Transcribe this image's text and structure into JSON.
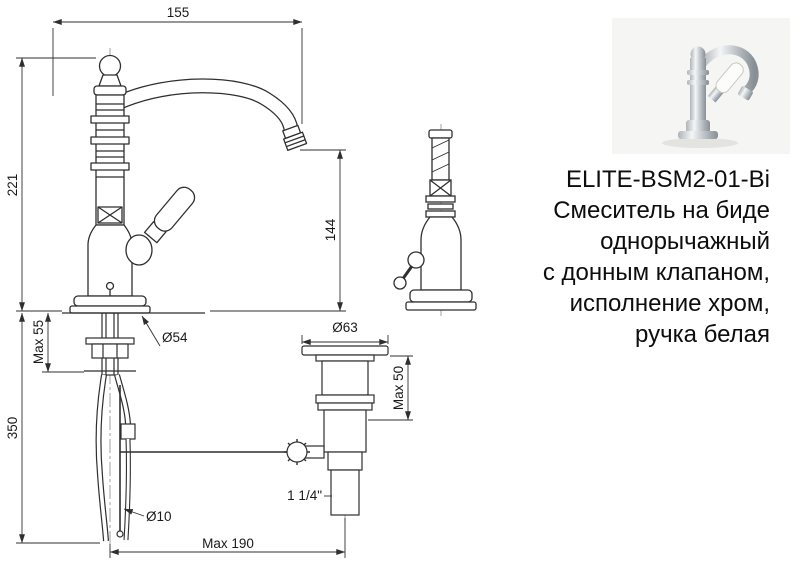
{
  "panel": {
    "background": "#ffffff",
    "line_color": "#2f2f2f"
  },
  "product": {
    "code": "ELITE-BSM2-01-Bi",
    "description": [
      "Смеситель на биде",
      "однорычажный",
      "с донным клапаном,",
      "исполнение хром,",
      "ручка белая"
    ]
  },
  "drawing": {
    "dims": {
      "spout_reach": "155",
      "height_above_deck": "221",
      "spout_height": "144",
      "deck_max": "Max 55",
      "hose_length": "350",
      "base_diameter": "Ø54",
      "rod_diameter": "Ø10",
      "max_reach": "Max 190",
      "waste_flange_diameter": "Ø63",
      "waste_body_max": "Max 50",
      "waste_thread": "1 1/4\""
    }
  }
}
